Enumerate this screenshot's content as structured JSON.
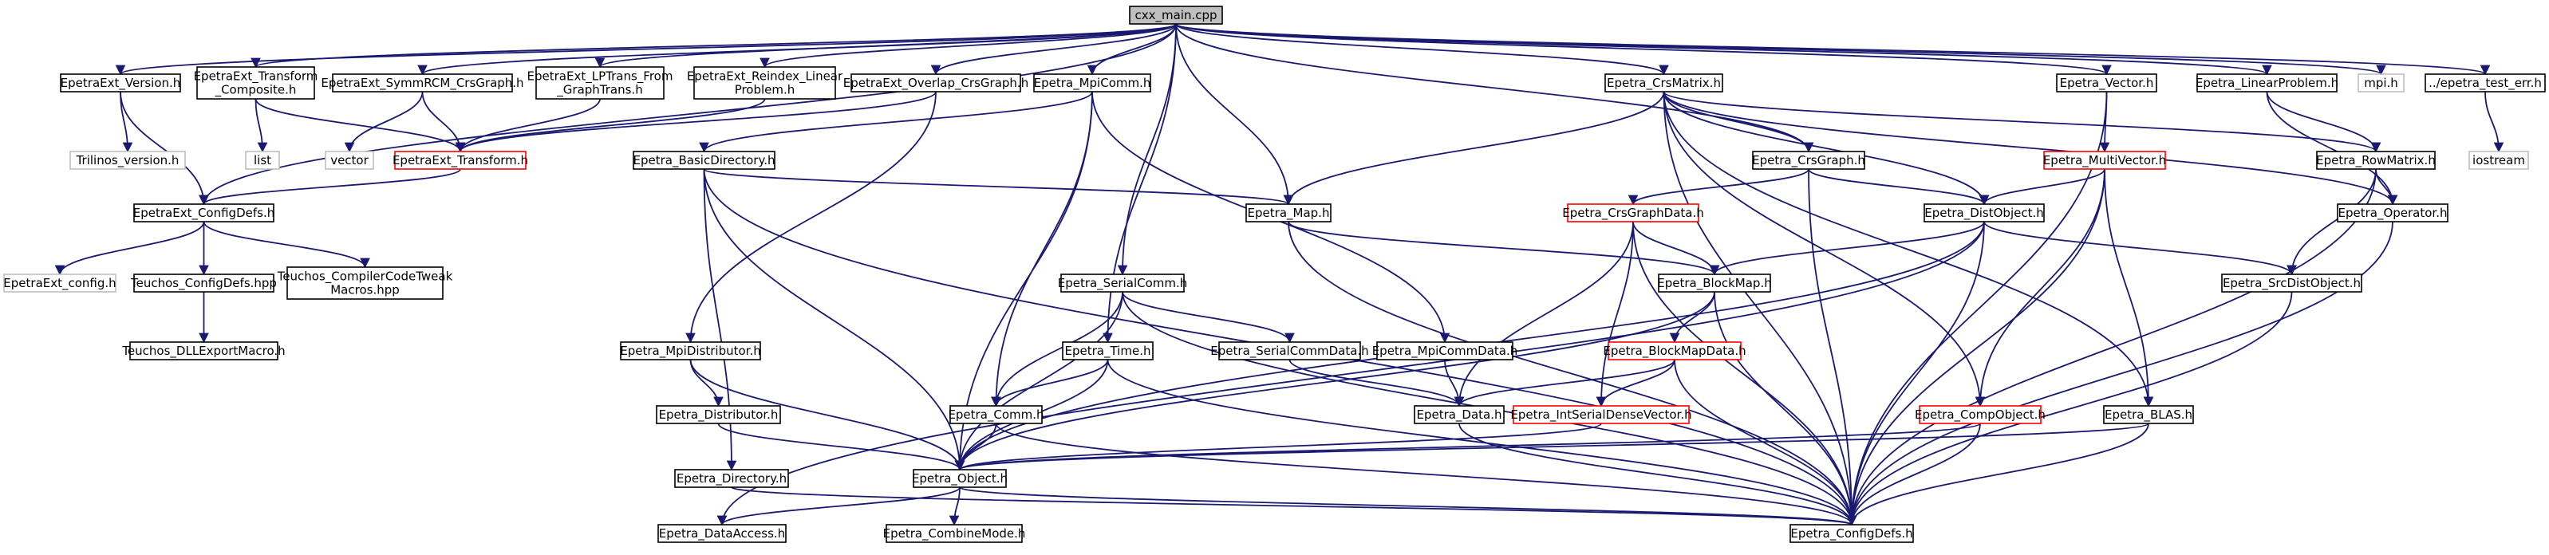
{
  "colors": {
    "root_fill": "#bfbfbf",
    "normal_border": "#000000",
    "red_border": "#ff0000",
    "external_border": "#bfbfbf",
    "external_text": "#7f7f7f",
    "edge": "#191970"
  },
  "nodes": [
    {
      "id": "cxx_main",
      "label": "cxx_main.cpp",
      "type": "root"
    },
    {
      "id": "ext_version",
      "label": "EpetraExt_Version.h",
      "type": "normal"
    },
    {
      "id": "ext_transform_composite",
      "label": "EpetraExt_Transform\n_Composite.h",
      "type": "normal"
    },
    {
      "id": "ext_symmrcm",
      "label": "EpetraExt_SymmRCM_CrsGraph.h",
      "type": "normal"
    },
    {
      "id": "ext_lptrans",
      "label": "EpetraExt_LPTrans_From\n_GraphTrans.h",
      "type": "normal"
    },
    {
      "id": "ext_reindex",
      "label": "EpetraExt_Reindex_Linear\nProblem.h",
      "type": "normal"
    },
    {
      "id": "ext_overlap",
      "label": "EpetraExt_Overlap_CrsGraph.h",
      "type": "normal"
    },
    {
      "id": "mpicomm",
      "label": "Epetra_MpiComm.h",
      "type": "normal"
    },
    {
      "id": "crsmatrix",
      "label": "Epetra_CrsMatrix.h",
      "type": "normal"
    },
    {
      "id": "vector",
      "label": "Epetra_Vector.h",
      "type": "normal"
    },
    {
      "id": "linearproblem",
      "label": "Epetra_LinearProblem.h",
      "type": "normal"
    },
    {
      "id": "mpi",
      "label": "mpi.h",
      "type": "external"
    },
    {
      "id": "test_err",
      "label": "../epetra_test_err.h",
      "type": "normal"
    },
    {
      "id": "trilinos_version",
      "label": "Trilinos_version.h",
      "type": "external"
    },
    {
      "id": "list",
      "label": "list",
      "type": "external"
    },
    {
      "id": "vector_std",
      "label": "vector",
      "type": "external"
    },
    {
      "id": "ext_transform",
      "label": "EpetraExt_Transform.h",
      "type": "red"
    },
    {
      "id": "basicdirectory",
      "label": "Epetra_BasicDirectory.h",
      "type": "normal"
    },
    {
      "id": "crsgraph",
      "label": "Epetra_CrsGraph.h",
      "type": "normal"
    },
    {
      "id": "multivector",
      "label": "Epetra_MultiVector.h",
      "type": "red"
    },
    {
      "id": "rowmatrix",
      "label": "Epetra_RowMatrix.h",
      "type": "normal"
    },
    {
      "id": "iostream",
      "label": "iostream",
      "type": "external"
    },
    {
      "id": "ext_configdefs",
      "label": "EpetraExt_ConfigDefs.h",
      "type": "normal"
    },
    {
      "id": "map",
      "label": "Epetra_Map.h",
      "type": "normal"
    },
    {
      "id": "crsgraphdata",
      "label": "Epetra_CrsGraphData.h",
      "type": "red"
    },
    {
      "id": "distobject",
      "label": "Epetra_DistObject.h",
      "type": "normal"
    },
    {
      "id": "operator",
      "label": "Epetra_Operator.h",
      "type": "normal"
    },
    {
      "id": "ext_config",
      "label": "EpetraExt_config.h",
      "type": "external"
    },
    {
      "id": "teuchos_configdefs",
      "label": "Teuchos_ConfigDefs.hpp",
      "type": "normal"
    },
    {
      "id": "teuchos_compiler",
      "label": "Teuchos_CompilerCodeTweak\nMacros.hpp",
      "type": "normal"
    },
    {
      "id": "serialcomm",
      "label": "Epetra_SerialComm.h",
      "type": "normal"
    },
    {
      "id": "blockmap",
      "label": "Epetra_BlockMap.h",
      "type": "normal"
    },
    {
      "id": "srcdistobject",
      "label": "Epetra_SrcDistObject.h",
      "type": "normal"
    },
    {
      "id": "teuchos_dll",
      "label": "Teuchos_DLLExportMacro.h",
      "type": "normal"
    },
    {
      "id": "mpidistributor",
      "label": "Epetra_MpiDistributor.h",
      "type": "normal"
    },
    {
      "id": "time",
      "label": "Epetra_Time.h",
      "type": "normal"
    },
    {
      "id": "serialcommdata",
      "label": "Epetra_SerialCommData.h",
      "type": "normal"
    },
    {
      "id": "mpicommdata",
      "label": "Epetra_MpiCommData.h",
      "type": "normal"
    },
    {
      "id": "blockmapdata",
      "label": "Epetra_BlockMapData.h",
      "type": "red"
    },
    {
      "id": "distributor",
      "label": "Epetra_Distributor.h",
      "type": "normal"
    },
    {
      "id": "comm",
      "label": "Epetra_Comm.h",
      "type": "normal"
    },
    {
      "id": "data",
      "label": "Epetra_Data.h",
      "type": "normal"
    },
    {
      "id": "intserialdensevector",
      "label": "Epetra_IntSerialDenseVector.h",
      "type": "red"
    },
    {
      "id": "compobject",
      "label": "Epetra_CompObject.h",
      "type": "red"
    },
    {
      "id": "blas",
      "label": "Epetra_BLAS.h",
      "type": "normal"
    },
    {
      "id": "directory",
      "label": "Epetra_Directory.h",
      "type": "normal"
    },
    {
      "id": "object",
      "label": "Epetra_Object.h",
      "type": "normal"
    },
    {
      "id": "dataaccess",
      "label": "Epetra_DataAccess.h",
      "type": "normal"
    },
    {
      "id": "combinemode",
      "label": "Epetra_CombineMode.h",
      "type": "normal"
    },
    {
      "id": "configdefs",
      "label": "Epetra_ConfigDefs.h",
      "type": "normal"
    }
  ],
  "edges": [
    [
      "cxx_main",
      "ext_version"
    ],
    [
      "cxx_main",
      "ext_configdefs"
    ],
    [
      "cxx_main",
      "ext_transform_composite"
    ],
    [
      "cxx_main",
      "ext_symmrcm"
    ],
    [
      "cxx_main",
      "ext_lptrans"
    ],
    [
      "cxx_main",
      "ext_reindex"
    ],
    [
      "cxx_main",
      "ext_overlap"
    ],
    [
      "cxx_main",
      "mpicomm"
    ],
    [
      "cxx_main",
      "map"
    ],
    [
      "cxx_main",
      "crsmatrix"
    ],
    [
      "cxx_main",
      "crsgraph"
    ],
    [
      "cxx_main",
      "vector"
    ],
    [
      "cxx_main",
      "linearproblem"
    ],
    [
      "cxx_main",
      "mpi"
    ],
    [
      "cxx_main",
      "test_err"
    ],
    [
      "cxx_main",
      "serialcomm"
    ],
    [
      "cxx_main",
      "time"
    ],
    [
      "ext_version",
      "trilinos_version"
    ],
    [
      "ext_version",
      "ext_configdefs"
    ],
    [
      "ext_transform_composite",
      "list"
    ],
    [
      "ext_transform_composite",
      "ext_transform"
    ],
    [
      "ext_symmrcm",
      "vector_std"
    ],
    [
      "ext_symmrcm",
      "ext_transform"
    ],
    [
      "ext_lptrans",
      "ext_transform"
    ],
    [
      "ext_reindex",
      "ext_transform"
    ],
    [
      "ext_overlap",
      "ext_transform"
    ],
    [
      "ext_overlap",
      "mpidistributor"
    ],
    [
      "ext_transform",
      "ext_configdefs"
    ],
    [
      "ext_configdefs",
      "ext_config"
    ],
    [
      "ext_configdefs",
      "teuchos_configdefs"
    ],
    [
      "ext_configdefs",
      "teuchos_compiler"
    ],
    [
      "teuchos_configdefs",
      "teuchos_dll"
    ],
    [
      "mpicomm",
      "basicdirectory"
    ],
    [
      "mpicomm",
      "mpicommdata"
    ],
    [
      "mpicomm",
      "comm"
    ],
    [
      "mpicomm",
      "object"
    ],
    [
      "basicdirectory",
      "map"
    ],
    [
      "basicdirectory",
      "directory"
    ],
    [
      "basicdirectory",
      "object"
    ],
    [
      "basicdirectory",
      "configdefs"
    ],
    [
      "crsmatrix",
      "map"
    ],
    [
      "crsmatrix",
      "crsgraph"
    ],
    [
      "crsmatrix",
      "distobject"
    ],
    [
      "crsmatrix",
      "rowmatrix"
    ],
    [
      "crsmatrix",
      "operator"
    ],
    [
      "crsmatrix",
      "compobject"
    ],
    [
      "crsmatrix",
      "blas"
    ],
    [
      "crsmatrix",
      "configdefs"
    ],
    [
      "vector",
      "multivector"
    ],
    [
      "vector",
      "configdefs"
    ],
    [
      "linearproblem",
      "rowmatrix"
    ],
    [
      "linearproblem",
      "operator"
    ],
    [
      "test_err",
      "iostream"
    ],
    [
      "crsgraph",
      "crsgraphdata"
    ],
    [
      "crsgraph",
      "distobject"
    ],
    [
      "crsgraph",
      "configdefs"
    ],
    [
      "multivector",
      "distobject"
    ],
    [
      "multivector",
      "compobject"
    ],
    [
      "multivector",
      "blas"
    ],
    [
      "multivector",
      "configdefs"
    ],
    [
      "rowmatrix",
      "operator"
    ],
    [
      "rowmatrix",
      "srcdistobject"
    ],
    [
      "rowmatrix",
      "configdefs"
    ],
    [
      "map",
      "blockmap"
    ],
    [
      "map",
      "configdefs"
    ],
    [
      "crsgraphdata",
      "blockmap"
    ],
    [
      "crsgraphdata",
      "data"
    ],
    [
      "crsgraphdata",
      "intserialdensevector"
    ],
    [
      "crsgraphdata",
      "configdefs"
    ],
    [
      "distobject",
      "blockmap"
    ],
    [
      "distobject",
      "srcdistobject"
    ],
    [
      "distobject",
      "object"
    ],
    [
      "distobject",
      "dataaccess"
    ],
    [
      "distobject",
      "configdefs"
    ],
    [
      "operator",
      "configdefs"
    ],
    [
      "serialcomm",
      "serialcommdata"
    ],
    [
      "serialcomm",
      "comm"
    ],
    [
      "serialcomm",
      "object"
    ],
    [
      "serialcomm",
      "configdefs"
    ],
    [
      "blockmap",
      "blockmapdata"
    ],
    [
      "blockmap",
      "object"
    ],
    [
      "blockmap",
      "configdefs"
    ],
    [
      "srcdistobject",
      "configdefs"
    ],
    [
      "mpidistributor",
      "distributor"
    ],
    [
      "mpidistributor",
      "object"
    ],
    [
      "time",
      "comm"
    ],
    [
      "time",
      "object"
    ],
    [
      "time",
      "configdefs"
    ],
    [
      "serialcommdata",
      "data"
    ],
    [
      "mpicommdata",
      "data"
    ],
    [
      "blockmapdata",
      "data"
    ],
    [
      "blockmapdata",
      "intserialdensevector"
    ],
    [
      "blockmapdata",
      "configdefs"
    ],
    [
      "distributor",
      "object"
    ],
    [
      "comm",
      "object"
    ],
    [
      "comm",
      "configdefs"
    ],
    [
      "data",
      "configdefs"
    ],
    [
      "intserialdensevector",
      "object"
    ],
    [
      "compobject",
      "object"
    ],
    [
      "compobject",
      "configdefs"
    ],
    [
      "blas",
      "object"
    ],
    [
      "blas",
      "configdefs"
    ],
    [
      "directory",
      "configdefs"
    ],
    [
      "object",
      "dataaccess"
    ],
    [
      "object",
      "combinemode"
    ],
    [
      "object",
      "configdefs"
    ]
  ]
}
